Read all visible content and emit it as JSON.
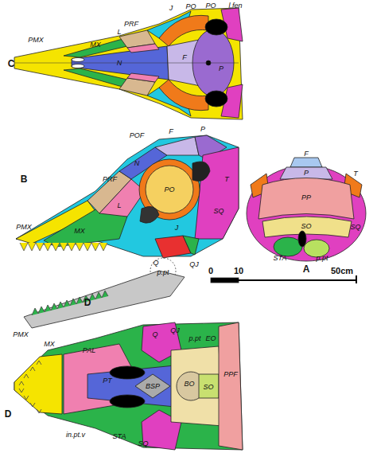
{
  "diagram": {
    "labels": [
      "C",
      "PMX",
      "MX",
      "PRF",
      "L",
      "J",
      "PO",
      "PO",
      "l.fen",
      "N",
      "F",
      "P",
      "B",
      "POF",
      "N",
      "F",
      "P",
      "PRF",
      "PO",
      "T",
      "SQ",
      "L",
      "PMX",
      "MX",
      "J",
      "Q",
      "QJ",
      "p.pt",
      "D",
      "F",
      "P",
      "T",
      "PP",
      "SO",
      "SQ",
      "STA",
      "p.pt",
      "A",
      "0",
      "10",
      "50cm",
      "D",
      "PMX",
      "MX",
      "PAL",
      "PT",
      "Q",
      "QJ",
      "p.pt",
      "EO",
      "BSP",
      "BO",
      "SO",
      "PPF",
      "STA",
      "in.pt.v",
      "SQ"
    ]
  }
}
